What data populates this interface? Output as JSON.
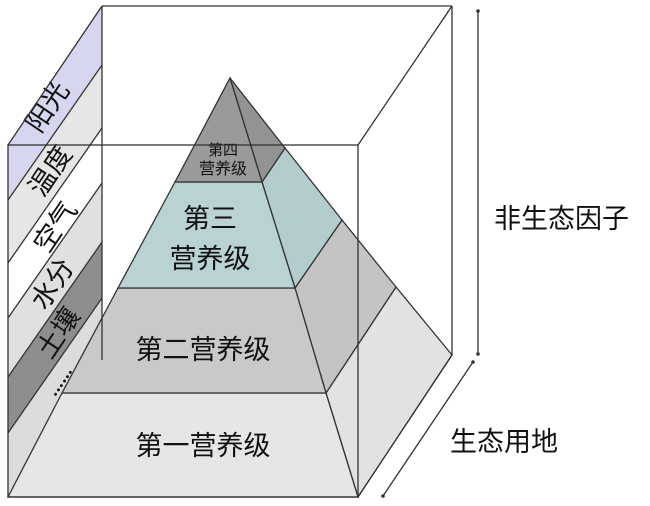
{
  "factors": {
    "sunlight": "阳光",
    "temperature": "温度",
    "air": "空气",
    "water": "水分",
    "soil": "土壤",
    "etc": "……"
  },
  "levels": {
    "level4_line1": "第四",
    "level4_line2": "营养级",
    "level3_line1": "第三",
    "level3_line2": "营养级",
    "level2": "第二营养级",
    "level1": "第一营养级"
  },
  "dimensions": {
    "abiotic_factors": "非生态因子",
    "ecological_land": "生态用地"
  },
  "colors": {
    "sunlight_band": "#d6d6f0",
    "soil_band": "#8e8e8e",
    "level4": "#9a9a9a",
    "level3": "#b9d2d2",
    "level2": "#c9c9c9",
    "level1": "#e6e6e6"
  }
}
